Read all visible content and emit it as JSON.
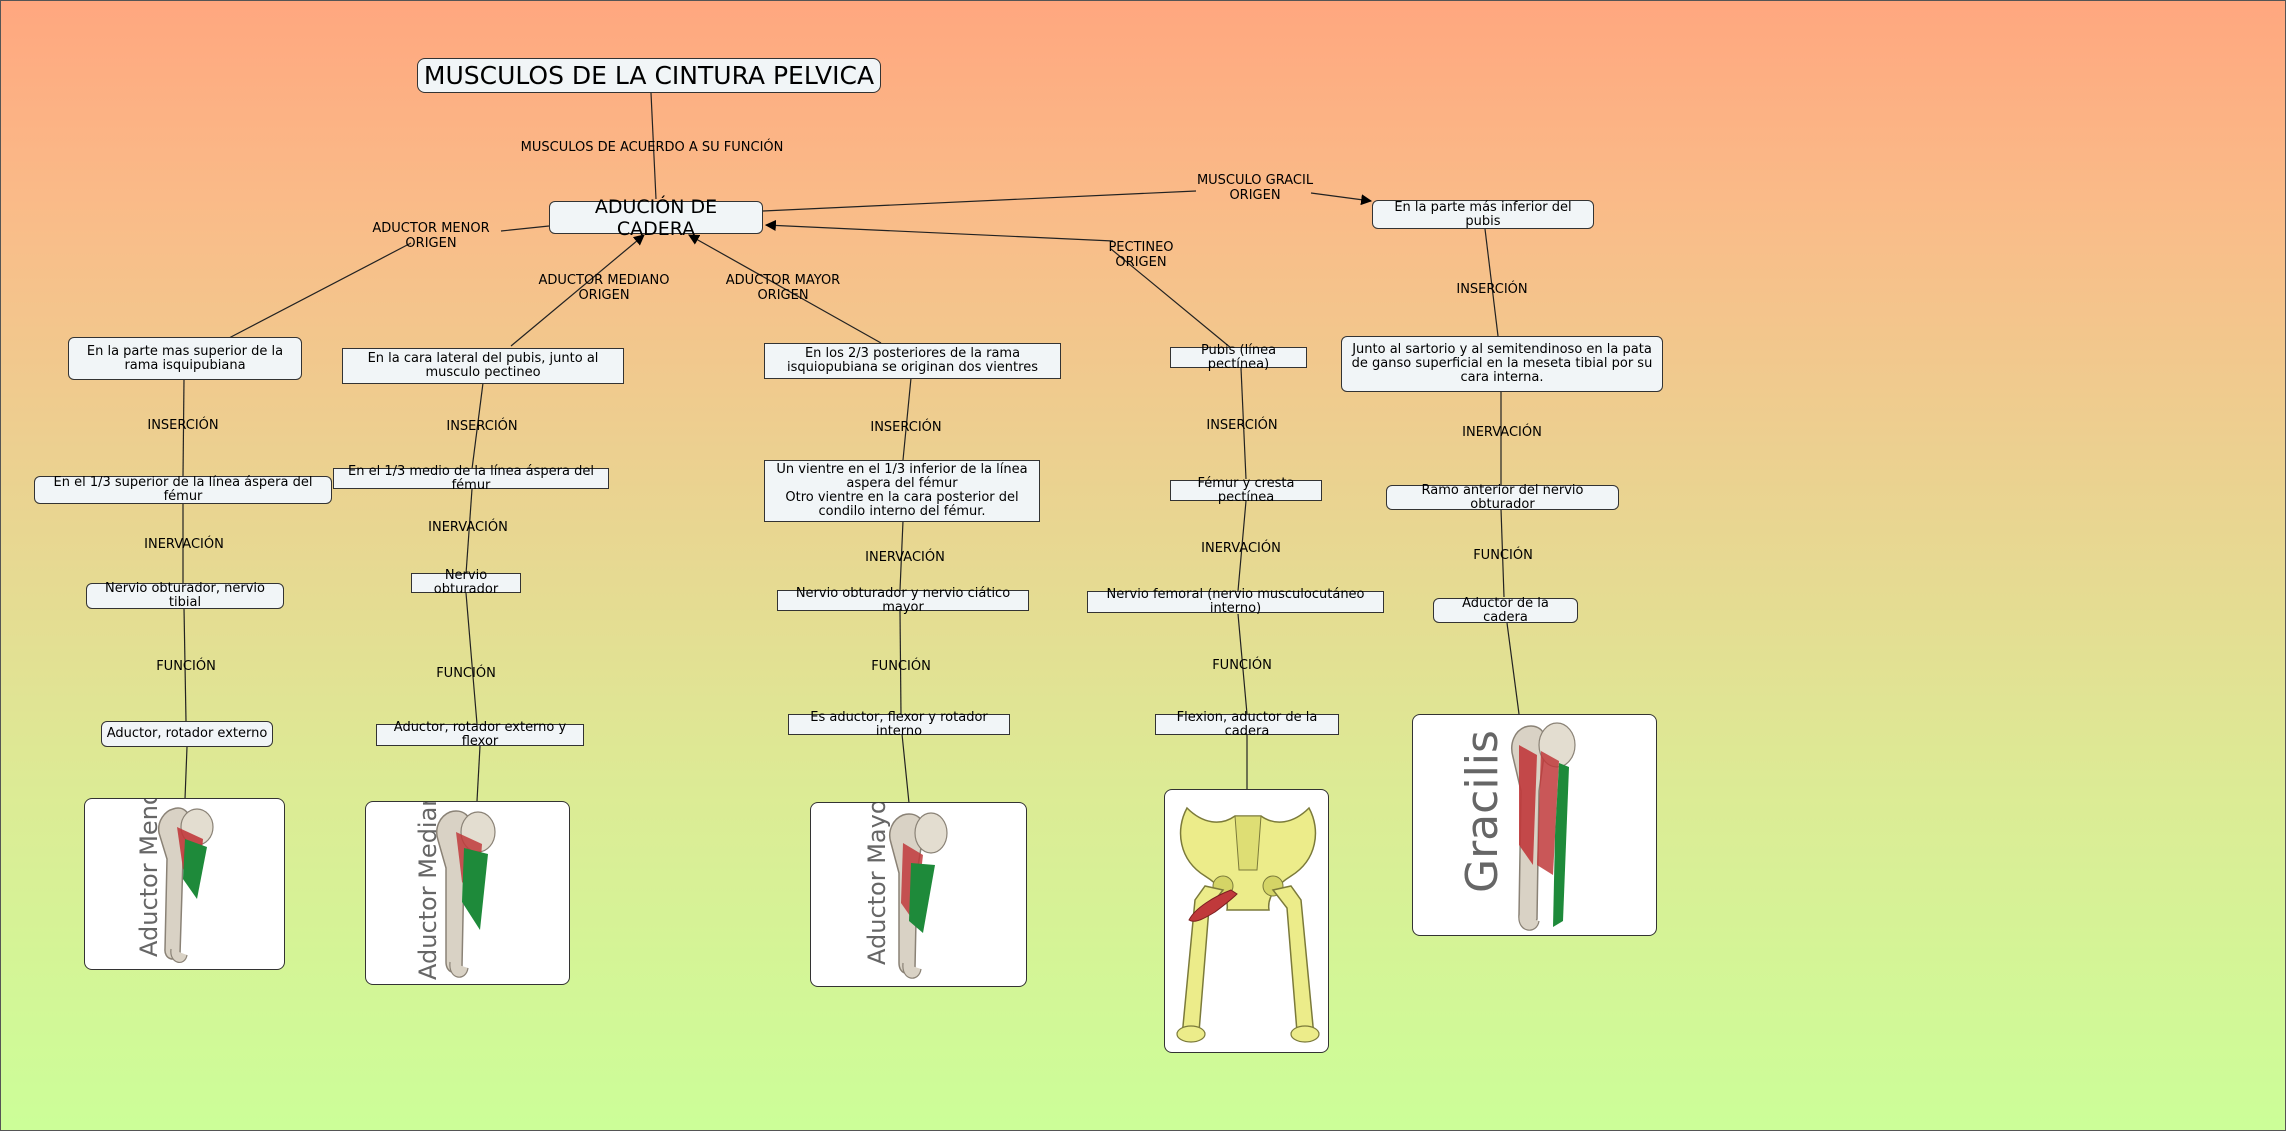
{
  "title": "MUSCULOS DE LA CINTURA PELVICA",
  "main_concept": "ADUCIÓN DE CADERA",
  "link_labels": {
    "funcion_title": "MUSCULOS DE ACUERDO A SU FUNCIÓN",
    "menor_origen": "ADUCTOR MENOR\nORIGEN",
    "mediano_origen": "ADUCTOR MEDIANO\nORIGEN",
    "mayor_origen": "ADUCTOR MAYOR\nORIGEN",
    "pectineo_origen": "PECTINEO\nORIGEN",
    "gracil_origen": "MUSCULO GRACIL\nORIGEN",
    "insercion": "INSERCIÓN",
    "inervacion": "INERVACIÓN",
    "funcion": "FUNCIÓN"
  },
  "columns": {
    "menor": {
      "origin": "En la parte mas superior de la rama isquipubiana",
      "insertion": "En el 1/3 superior de la línea áspera del fémur",
      "innervation": "Nervio obturador, nervio tibial",
      "function": "Aductor, rotador externo",
      "image_caption": "Aductor Menor"
    },
    "mediano": {
      "origin": "En la cara lateral del pubis, junto al musculo pectineo",
      "insertion": "En el 1/3 medio de la línea áspera del fémur",
      "innervation": "Nervio obturador",
      "function": "Aductor, rotador externo y flexor",
      "image_caption": "Aductor Mediano"
    },
    "mayor": {
      "origin": "En los 2/3 posteriores de la rama isquiopubiana se originan dos vientres",
      "insertion": "Un vientre en el 1/3 inferior de la línea aspera del fémur\nOtro vientre en la cara posterior del condilo interno del fémur.",
      "innervation": "Nervio obturador y nervio ciático mayor",
      "function": "Es aductor, flexor y rotador interno",
      "image_caption": "Aductor Mayor"
    },
    "pectineo": {
      "origin": "Pubis (línea pectínea)",
      "insertion": "Fémur y cresta pectínea",
      "innervation": "Nervio femoral (nervio musculocutáneo interno)",
      "function": "Flexion, aductor de la cadera"
    },
    "gracil": {
      "origin": "En la parte más inferior del pubis",
      "insertion": "Junto al sartorio y al semitendinoso en la pata de ganso superficial en la meseta tibial por su cara interna.",
      "innervation": "Ramo anterior del nervio obturador",
      "function": "Aductor de la cadera",
      "image_caption": "Gracilis"
    }
  },
  "colors": {
    "bg_top": "#ffa77f",
    "bg_bottom": "#ccfe98",
    "node_fill": "#f1f5f7",
    "muscle_red": "#c0393b",
    "muscle_green": "#1e8a3a",
    "bone": "#d9d2c5"
  }
}
